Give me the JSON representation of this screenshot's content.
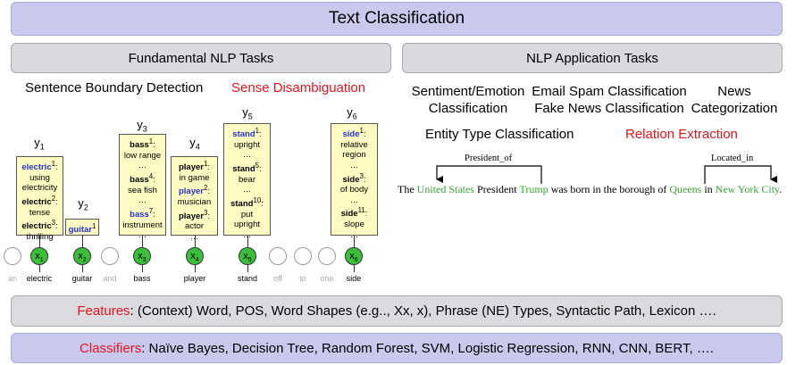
{
  "title": "Text Classification",
  "sections": {
    "fundamental": "Fundamental NLP Tasks",
    "application": "NLP Application Tasks"
  },
  "fundamental_tasks": {
    "sbd": "Sentence Boundary Detection",
    "wsd": "Sense Disambiguation"
  },
  "application_tasks": {
    "sentiment_l1": "Sentiment/Emotion",
    "sentiment_l2": "Classification",
    "email_spam": "Email Spam Classification",
    "fake_news": "Fake News Classification",
    "news_l1": "News",
    "news_l2": "Categorization",
    "entity_type": "Entity Type Classification",
    "relation_extraction": "Relation Extraction"
  },
  "wsd_diagram": {
    "y_labels": [
      "y",
      "y",
      "y",
      "y",
      "y",
      "y"
    ],
    "y_subs": [
      "1",
      "2",
      "3",
      "4",
      "5",
      "6"
    ],
    "x_label": "x",
    "x_subs": [
      "1",
      "2",
      "3",
      "4",
      "5",
      "6"
    ],
    "words": [
      "an",
      "electric",
      "guitar",
      "and",
      "bass",
      "player",
      "stand",
      "off",
      "to",
      "one",
      "side"
    ],
    "ellipsis": "…",
    "box1": {
      "s1": "electric",
      "s1sup": "1",
      "s1a": "using",
      "s1b": "electricity",
      "s2": "electric",
      "s2sup": "2",
      "s2a": "tense",
      "s3": "electric",
      "s3sup": "3",
      "s3a": "thrilling"
    },
    "box2": {
      "s1": "guitar",
      "s1sup": "1"
    },
    "box3": {
      "s1": "bass",
      "s1sup": "1",
      "s1a": "low range",
      "s2": "bass",
      "s2sup": "4",
      "s2a": "sea fish",
      "s3": "bass",
      "s3sup": "7",
      "s3a": "instrument"
    },
    "box4": {
      "s1": "player",
      "s1sup": "1",
      "s1a": "in game",
      "s2": "player",
      "s2sup": "2",
      "s2a": "musician",
      "s3": "player",
      "s3sup": "3",
      "s3a": "actor"
    },
    "box5": {
      "s1": "stand",
      "s1sup": "1",
      "s1a": "upright",
      "s2": "stand",
      "s2sup": "5",
      "s2a": "bear",
      "s3": "stand",
      "s3sup": "10",
      "s3a": "put",
      "s3b": "upright"
    },
    "box6": {
      "s1": "side",
      "s1sup": "1",
      "s1a": "relative",
      "s1b": "region",
      "s2": "side",
      "s2sup": "3",
      "s2a": "of body",
      "s3": "side",
      "s3sup": "11",
      "s3a": "slope"
    }
  },
  "relation_example": {
    "rel1": "President_of",
    "rel2": "Located_in",
    "t1": "The ",
    "e1": "United States",
    "t2": " President ",
    "e2": "Trump",
    "t3": " was born in the borough of ",
    "e3": "Queens",
    "t4": " in ",
    "e4": "New York City",
    "t5": "."
  },
  "features": {
    "label": "Features",
    "text": ": (Context) Word, POS, Word Shapes (e.g.., Xx, x), Phrase (NE) Types, Syntactic Path, Lexicon …."
  },
  "classifiers": {
    "label": "Classifiers",
    "text": ": Naïve Bayes, Decision Tree, Random Forest, SVM, Logistic Regression, RNN, CNN, BERT, …."
  },
  "colors": {
    "red_label": "#e8141c",
    "entity_green": "#3aa13a",
    "sense_blue": "#1f32d0",
    "node_green": "#3bbf3b",
    "sense_box_fill": "#fdfbc2",
    "title_bar": "#c9c9ee"
  }
}
